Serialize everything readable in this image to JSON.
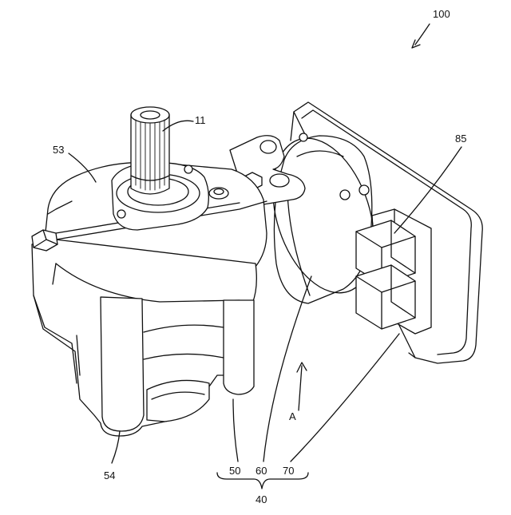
{
  "figure": {
    "reference_labels": {
      "assembly": "100",
      "shaft": "11",
      "upper_housing": "53",
      "lower_housing": "54",
      "gear_case": "50",
      "motor": "60",
      "controller": "70",
      "actuator_unit": "40",
      "direction": "A",
      "connector": "85"
    }
  }
}
